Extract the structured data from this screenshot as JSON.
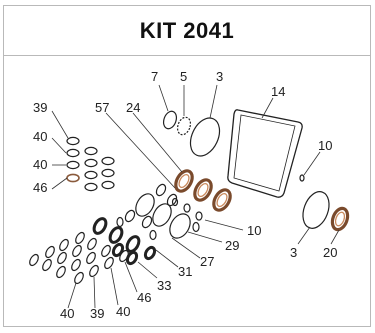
{
  "kit": {
    "title": "KIT 2041"
  },
  "callouts": {
    "c7": "7",
    "c5": "5",
    "c3_top": "3",
    "c14": "14",
    "c39_top": "39",
    "c57": "57",
    "c24": "24",
    "c40_a": "40",
    "c40_b": "40",
    "c46_top": "46",
    "c10_right": "10",
    "c10_mid": "10",
    "c29": "29",
    "c27": "27",
    "c31": "31",
    "c33": "33",
    "c46_bottom": "46",
    "c40_bottom_mid": "40",
    "c39_bottom": "39",
    "c40_bottom_left": "40",
    "c3_bottom": "3",
    "c20": "20"
  }
}
